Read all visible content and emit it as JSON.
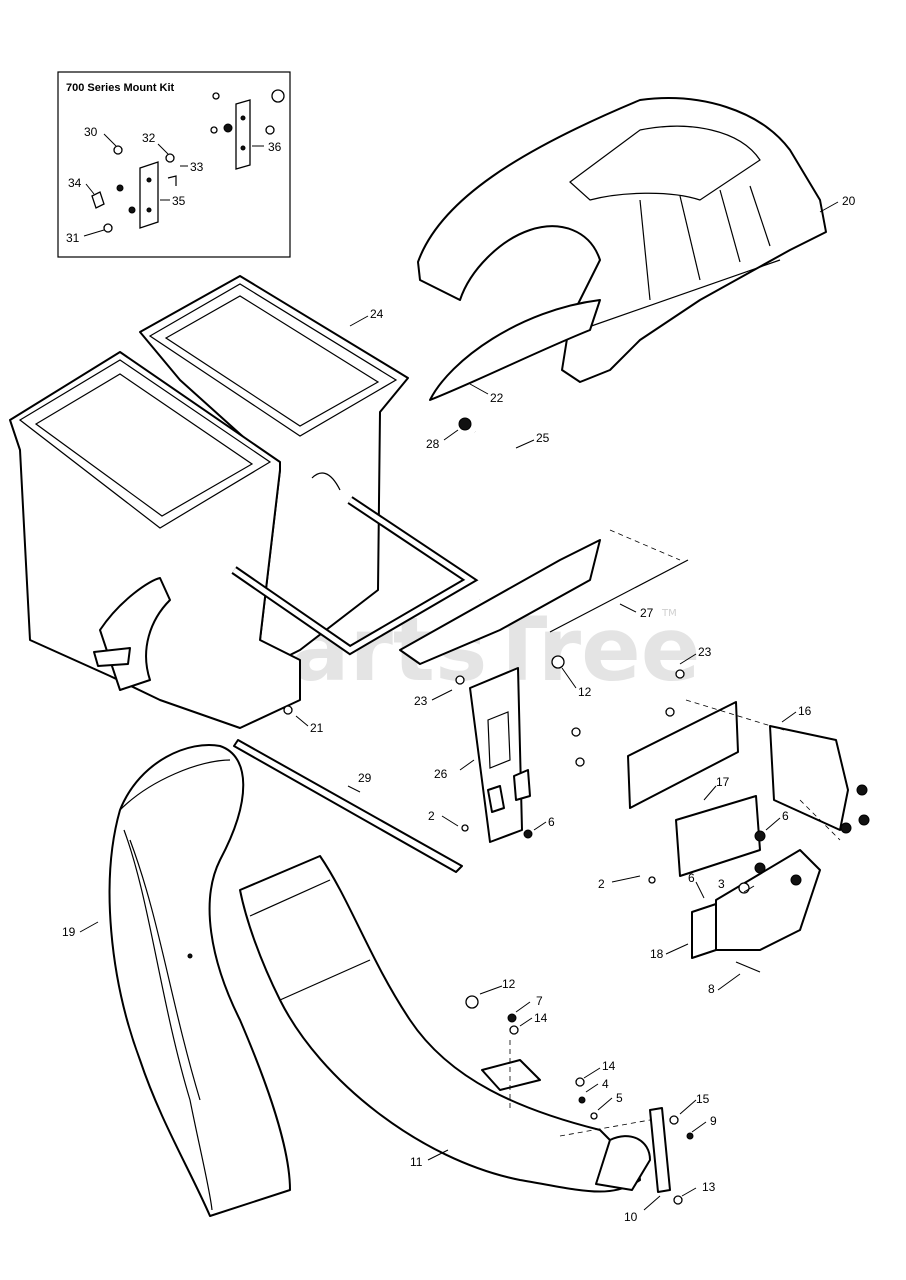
{
  "watermark": {
    "text": "PartsTree",
    "trademark": "TM"
  },
  "kit_box": {
    "title": "700 Series Mount Kit"
  },
  "labels": {
    "p2a": "2",
    "p2b": "2",
    "p3": "3",
    "p4": "4",
    "p5": "5",
    "p6a": "6",
    "p6b": "6",
    "p6c": "6",
    "p7": "7",
    "p8": "8",
    "p9": "9",
    "p10": "10",
    "p11": "11",
    "p12a": "12",
    "p12b": "12",
    "p13": "13",
    "p14a": "14",
    "p14b": "14",
    "p15": "15",
    "p16": "16",
    "p17": "17",
    "p18": "18",
    "p19": "19",
    "p20": "20",
    "p21": "21",
    "p22": "22",
    "p23a": "23",
    "p23b": "23",
    "p24": "24",
    "p25": "25",
    "p26": "26",
    "p27": "27",
    "p28": "28",
    "p29": "29",
    "p30": "30",
    "p31": "31",
    "p32": "32",
    "p33": "33",
    "p34": "34",
    "p35": "35",
    "p36": "36"
  }
}
